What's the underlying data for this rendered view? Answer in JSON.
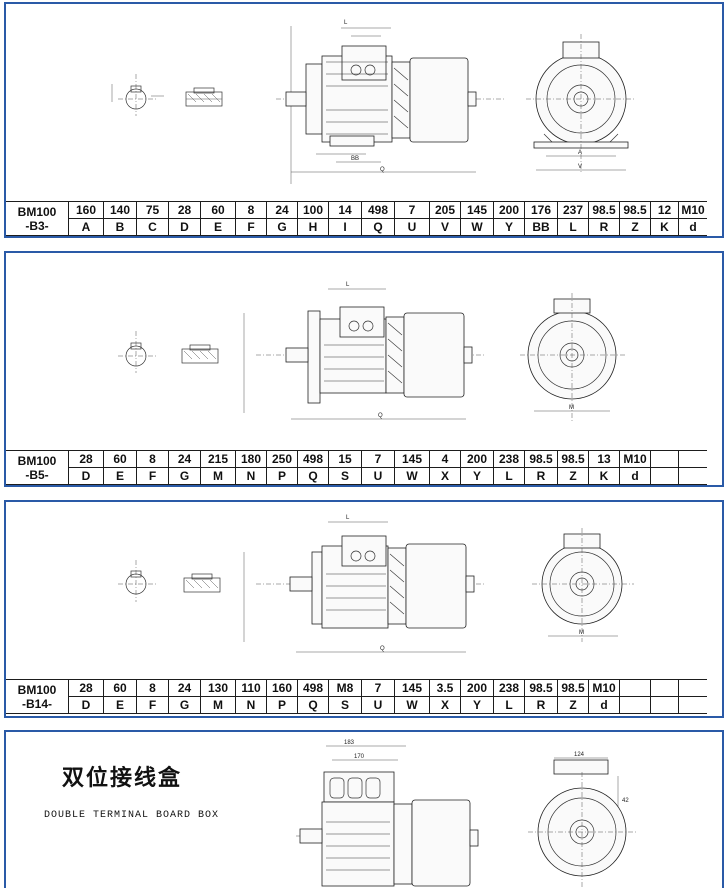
{
  "panels": [
    {
      "id": "b3",
      "model": "BM100",
      "mount": "-B3-",
      "values": [
        "160",
        "140",
        "75",
        "28",
        "60",
        "8",
        "24",
        "100",
        "14",
        "498",
        "7",
        "205",
        "145",
        "200",
        "176",
        "237",
        "98.5",
        "98.5",
        "12",
        "M10"
      ],
      "letters": [
        "A",
        "B",
        "C",
        "D",
        "E",
        "F",
        "G",
        "H",
        "I",
        "Q",
        "U",
        "V",
        "W",
        "Y",
        "BB",
        "L",
        "R",
        "Z",
        "K",
        "d"
      ]
    },
    {
      "id": "b5",
      "model": "BM100",
      "mount": "-B5-",
      "values": [
        "28",
        "60",
        "8",
        "24",
        "215",
        "180",
        "250",
        "498",
        "15",
        "7",
        "145",
        "4",
        "200",
        "238",
        "98.5",
        "98.5",
        "13",
        "M10",
        "",
        ""
      ],
      "letters": [
        "D",
        "E",
        "F",
        "G",
        "M",
        "N",
        "P",
        "Q",
        "S",
        "U",
        "W",
        "X",
        "Y",
        "L",
        "R",
        "Z",
        "K",
        "d",
        "",
        ""
      ]
    },
    {
      "id": "b14",
      "model": "BM100",
      "mount": "-B14-",
      "values": [
        "28",
        "60",
        "8",
        "24",
        "130",
        "110",
        "160",
        "498",
        "M8",
        "7",
        "145",
        "3.5",
        "200",
        "238",
        "98.5",
        "98.5",
        "M10",
        "",
        "",
        ""
      ],
      "letters": [
        "D",
        "E",
        "F",
        "G",
        "M",
        "N",
        "P",
        "Q",
        "S",
        "U",
        "W",
        "X",
        "Y",
        "L",
        "R",
        "Z",
        "d",
        "",
        "",
        ""
      ]
    }
  ],
  "terminal_box": {
    "title_cn": "双位接线盒",
    "title_en": "DOUBLE TERMINAL BOARD BOX",
    "dim_183": "183",
    "dim_170": "170",
    "dim_124": "124",
    "dim_42": "42"
  },
  "colors": {
    "border": "#2a5aa7"
  }
}
